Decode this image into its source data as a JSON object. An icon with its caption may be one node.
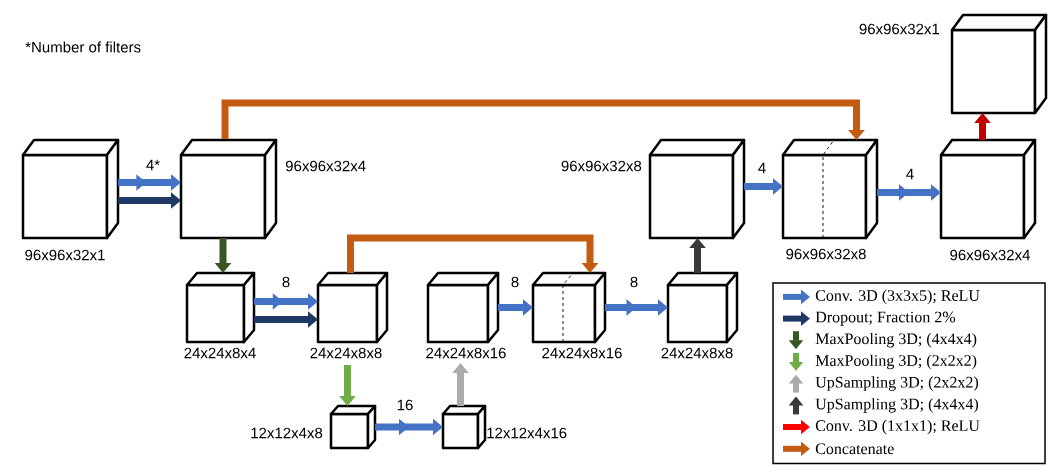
{
  "diagram": {
    "nodes": [
      {
        "text": [
          "96x96x32x1"
        ]
      },
      {
        "text": [
          "96x96x32x4"
        ]
      },
      {
        "text": [
          "24x24x8x4"
        ]
      },
      {
        "text": [
          "24x24x8x8"
        ]
      },
      {
        "text": [
          "12x12x4x8"
        ]
      },
      {
        "text": [
          "12x12x4x16"
        ]
      },
      {
        "text": [
          "24x24x8x16"
        ]
      },
      {
        "text": [
          "24x24x8x16"
        ]
      },
      {
        "text": [
          "24x24x8x8"
        ]
      },
      {
        "text": [
          "96x96x32x8"
        ]
      },
      {
        "text": [
          "96x96x32x8"
        ]
      },
      {
        "text": [
          "96x96x32x4"
        ]
      },
      {
        "text": [
          "96x96x32x1"
        ]
      }
    ],
    "edges": [
      {
        "from": 0,
        "to": 1,
        "arrow": "to",
        "label": "4*"
      },
      {
        "from": 0,
        "to": 1,
        "arrow": "to",
        "color": "#1f3864"
      },
      {
        "from": 1,
        "to": 2,
        "arrow": "to",
        "color": "#375623"
      },
      {
        "from": 2,
        "to": 3,
        "arrow": "to",
        "label": "8"
      },
      {
        "from": 2,
        "to": 3,
        "arrow": "to",
        "color": "#1f3864"
      },
      {
        "from": 3,
        "to": 4,
        "arrow": "to",
        "color": "#70ad47"
      },
      {
        "from": 4,
        "to": 5,
        "arrow": "to",
        "label": "16"
      },
      {
        "from": 5,
        "to": 6,
        "arrow": "to",
        "color": "#aeaaaa"
      },
      {
        "from": 6,
        "to": 7,
        "arrow": "to",
        "label": "8"
      },
      {
        "from": 7,
        "to": 8,
        "arrow": "to",
        "label": "8"
      },
      {
        "from": 8,
        "to": 9,
        "arrow": "to",
        "color": "#3b3838"
      },
      {
        "from": 9,
        "to": 10,
        "arrow": "to",
        "label": "4"
      },
      {
        "from": 10,
        "to": 11,
        "arrow": "to",
        "label": "4"
      },
      {
        "from": 11,
        "to": 12,
        "arrow": "to",
        "color": "#c00000"
      },
      {
        "from": 1,
        "to": 10,
        "arrow": "to",
        "color": "#c55a11"
      },
      {
        "from": 3,
        "to": 7,
        "arrow": "to",
        "color": "#c55a11"
      }
    ],
    "labels": [
      "*Number of filters"
    ],
    "legend": [
      {
        "text": "Conv. 3D (3x3x5); ReLU",
        "color": "#4472c4"
      },
      {
        "text": "Dropout; Fraction 2%",
        "color": "#1f3864"
      },
      {
        "text": "MaxPooling 3D; (4x4x4)",
        "color": "#375623"
      },
      {
        "text": "MaxPooling 3D; (2x2x2)",
        "color": "#70ad47"
      },
      {
        "text": "UpSampling 3D; (2x2x2)",
        "color": "#aeaaaa"
      },
      {
        "text": "UpSampling 3D; (4x4x4)",
        "color": "#3b3838"
      },
      {
        "text": "Conv. 3D (1x1x1); ReLU",
        "color": "#ff0000"
      },
      {
        "text": "Concatenate",
        "color": "#c55a11"
      }
    ]
  }
}
